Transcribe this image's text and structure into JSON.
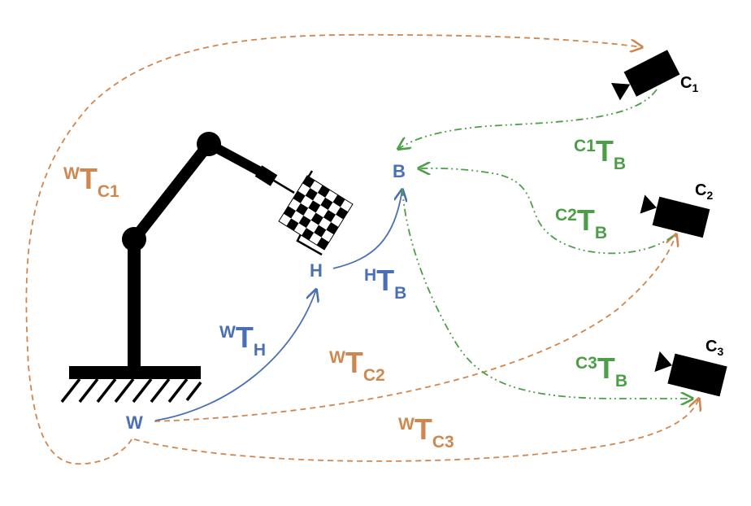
{
  "nodes": {
    "world": "W",
    "hand": "H",
    "board": "B",
    "cam1": "C",
    "cam1_sub": "1",
    "cam2": "C",
    "cam2_sub": "2",
    "cam3": "C",
    "cam3_sub": "3"
  },
  "transforms": {
    "w_t_h": {
      "sup": "W",
      "base": "T",
      "sub": "H"
    },
    "h_t_b": {
      "sup": "H",
      "base": "T",
      "sub": "B"
    },
    "w_t_c1": {
      "sup": "W",
      "base": "T",
      "sub": "C1"
    },
    "w_t_c2": {
      "sup": "W",
      "base": "T",
      "sub": "C2"
    },
    "w_t_c3": {
      "sup": "W",
      "base": "T",
      "sub": "C3"
    },
    "c1_t_b": {
      "sup": "C1",
      "base": "T",
      "sub": "B"
    },
    "c2_t_b": {
      "sup": "C2",
      "base": "T",
      "sub": "B"
    },
    "c3_t_b": {
      "sup": "C3",
      "base": "T",
      "sub": "B"
    }
  },
  "colors": {
    "hand_eye_chain": "#4a6fb5",
    "world_to_camera": "#d0874f",
    "camera_to_board": "#4c9f48",
    "robot": "#000000"
  }
}
